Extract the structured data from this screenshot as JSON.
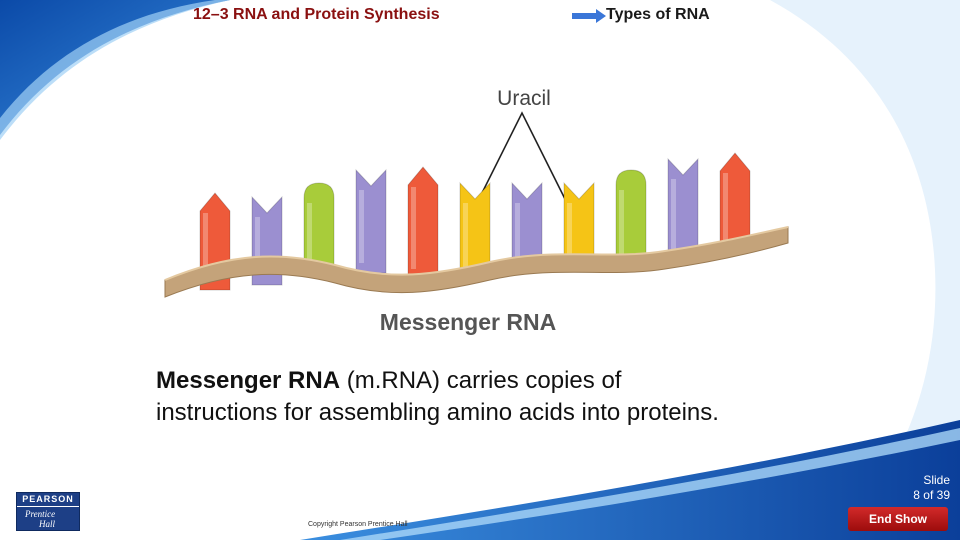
{
  "header": {
    "title": "12–3 RNA and Protein Synthesis",
    "section": "Types of RNA"
  },
  "figure": {
    "label_top": "Uracil",
    "label_bottom": "Messenger RNA"
  },
  "body": {
    "term": "Messenger RNA",
    "rest_line1": " (m.RNA) carries copies of",
    "line2": "instructions for assembling amino acids into proteins."
  },
  "footer": {
    "slide_word": "Slide",
    "slide_count": "8 of 39",
    "end_show": "End Show",
    "copyright": "Copyright Pearson Prentice Hall",
    "logo_top": "PEARSON",
    "logo_line1": "Prentice",
    "logo_line2": "Hall"
  },
  "colors": {
    "accent_red": "#8a1010",
    "swoosh_blue": "#1f6bc4",
    "base_red": "#ee5a3a",
    "base_purple": "#9b8fd0",
    "base_green": "#a8cc3a",
    "base_yellow": "#f5c416",
    "backbone": "#c4a37a"
  }
}
